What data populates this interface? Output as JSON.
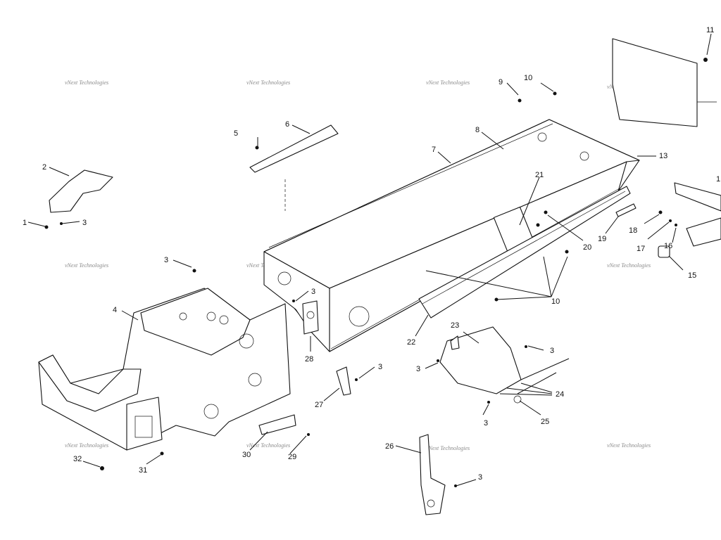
{
  "watermark": "vNext Technologies",
  "callouts": [
    "1",
    "2",
    "3",
    "3",
    "3",
    "3",
    "3",
    "3",
    "3",
    "3",
    "4",
    "5",
    "6",
    "7",
    "8",
    "9",
    "10",
    "10",
    "11",
    "13",
    "15",
    "16",
    "17",
    "18",
    "19",
    "20",
    "21",
    "22",
    "23",
    "24",
    "25",
    "26",
    "27",
    "28",
    "29",
    "30",
    "31",
    "32",
    "1"
  ]
}
